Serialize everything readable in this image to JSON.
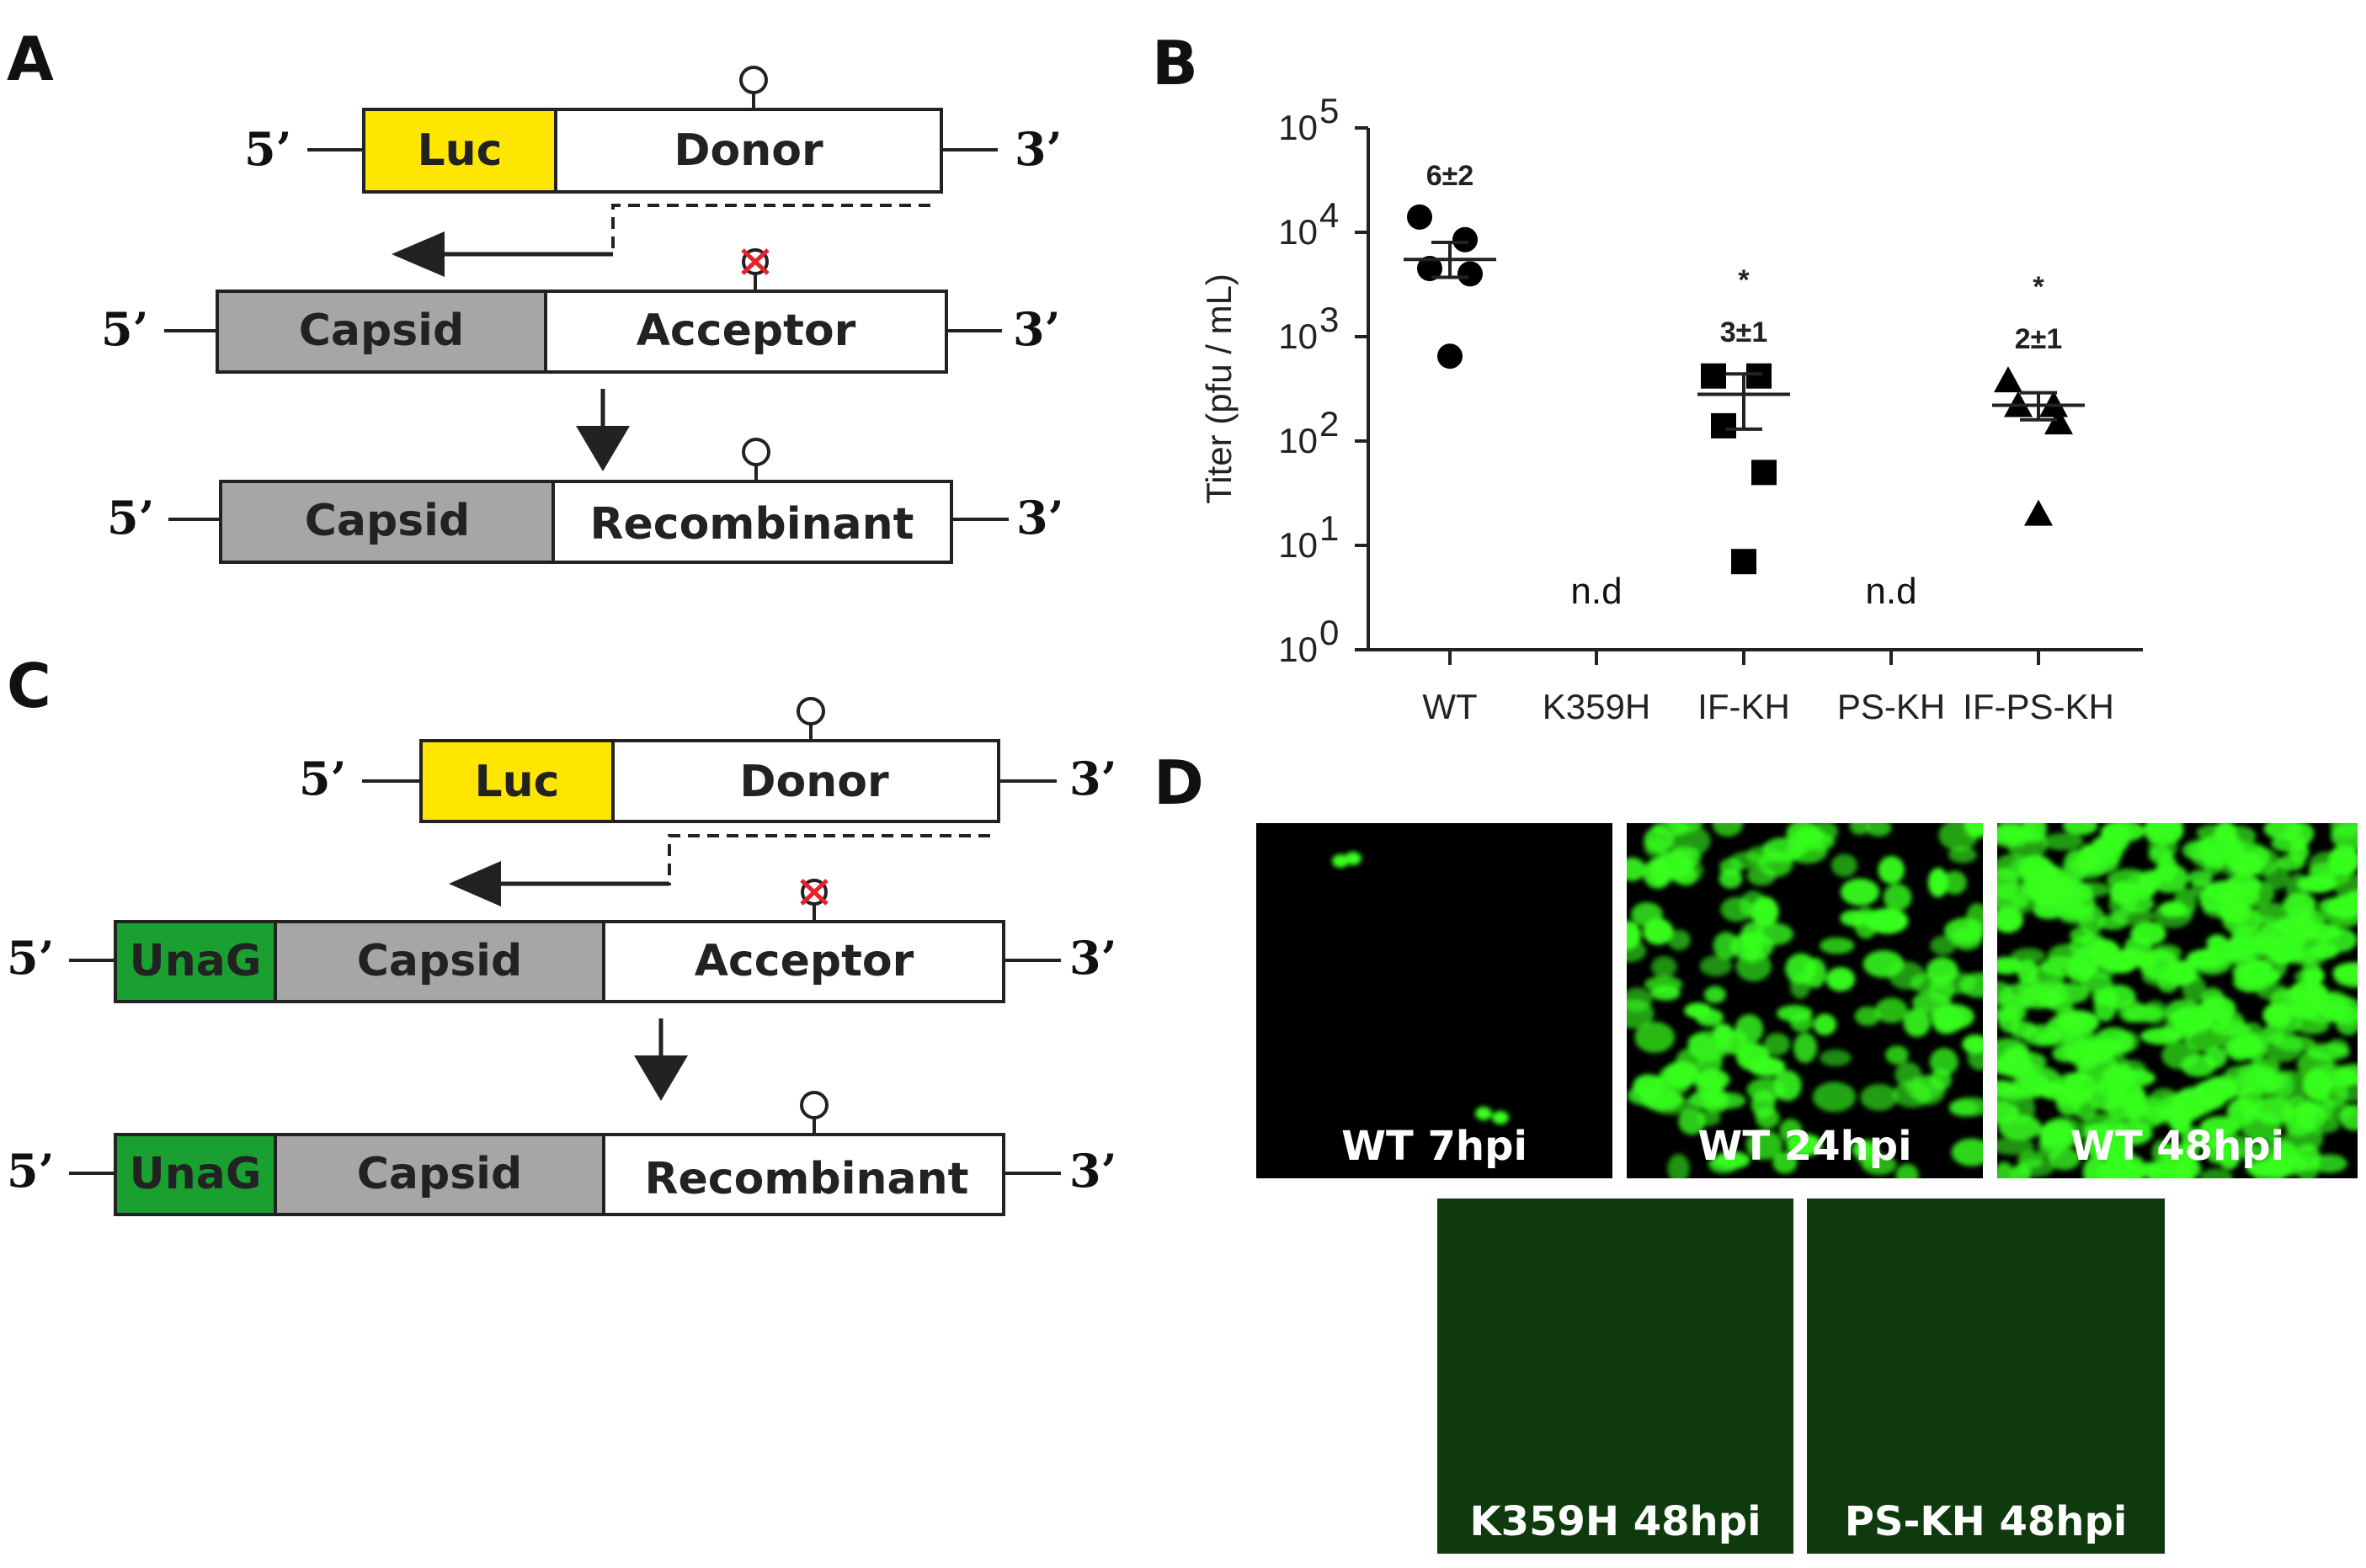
{
  "panels": {
    "a": {
      "letter": "A",
      "rows": [
        {
          "five": "5’",
          "three": "3’",
          "segments": [
            "Luc",
            "Donor"
          ]
        },
        {
          "five": "5’",
          "three": "3’",
          "segments": [
            "Capsid",
            "Acceptor"
          ]
        },
        {
          "five": "5’",
          "three": "3’",
          "segments": [
            "Capsid",
            "Recombinant"
          ]
        }
      ]
    },
    "b": {
      "letter": "B"
    },
    "c": {
      "letter": "C",
      "rows": [
        {
          "five": "5’",
          "three": "3’",
          "segments": [
            "Luc",
            "Donor"
          ]
        },
        {
          "five": "5’",
          "three": "3’",
          "segments": [
            "UnaG",
            "Capsid",
            "Acceptor"
          ]
        },
        {
          "five": "5’",
          "three": "3’",
          "segments": [
            "UnaG",
            "Capsid",
            "Recombinant"
          ]
        }
      ]
    },
    "d": {
      "letter": "D",
      "images": [
        {
          "label": "WT 7hpi",
          "fluorescence": "sparse"
        },
        {
          "label": "WT 24hpi",
          "fluorescence": "medium"
        },
        {
          "label": "WT 48hpi",
          "fluorescence": "dense"
        },
        {
          "label": "K359H 48hpi",
          "fluorescence": "none"
        },
        {
          "label": "PS-KH 48hpi",
          "fluorescence": "none"
        }
      ]
    }
  },
  "colors": {
    "luc": "#ffe600",
    "capsid": "#a6a6a6",
    "unag": "#1aa031",
    "fluor": "#37ff1e",
    "dark_field": "#0f3a0d",
    "mark_red": "#e8202a"
  },
  "chart_data": {
    "type": "scatter",
    "ylabel": "Titer (pfu / mL)",
    "yscale": "log10",
    "ylim": [
      1,
      100000
    ],
    "yticks": [
      "10",
      "10",
      "10",
      "10",
      "10",
      "10"
    ],
    "ytick_exponents": [
      "0",
      "1",
      "2",
      "3",
      "4",
      "5"
    ],
    "categories": [
      "WT",
      "K359H",
      "IF-KH",
      "PS-KH",
      "IF-PS-KH"
    ],
    "series": [
      {
        "category": "WT",
        "marker": "circle",
        "values": [
          14000,
          8500,
          4500,
          4000,
          650
        ],
        "mean": 5500,
        "sem_upper": 8000,
        "sem_lower": 3700,
        "annotation": "6±2",
        "star": ""
      },
      {
        "category": "K359H",
        "marker": "",
        "values": [],
        "annotation": "",
        "nd": "n.d",
        "star": ""
      },
      {
        "category": "IF-KH",
        "marker": "square",
        "values": [
          420,
          420,
          140,
          50,
          7
        ],
        "mean": 280,
        "sem_upper": 440,
        "sem_lower": 130,
        "annotation": "3±1",
        "star": "*"
      },
      {
        "category": "PS-KH",
        "marker": "",
        "values": [],
        "annotation": "",
        "nd": "n.d",
        "star": ""
      },
      {
        "category": "IF-PS-KH",
        "marker": "triangle",
        "values": [
          380,
          220,
          220,
          150,
          20
        ],
        "mean": 220,
        "sem_upper": 290,
        "sem_lower": 160,
        "annotation": "2±1",
        "star": "*"
      }
    ]
  }
}
